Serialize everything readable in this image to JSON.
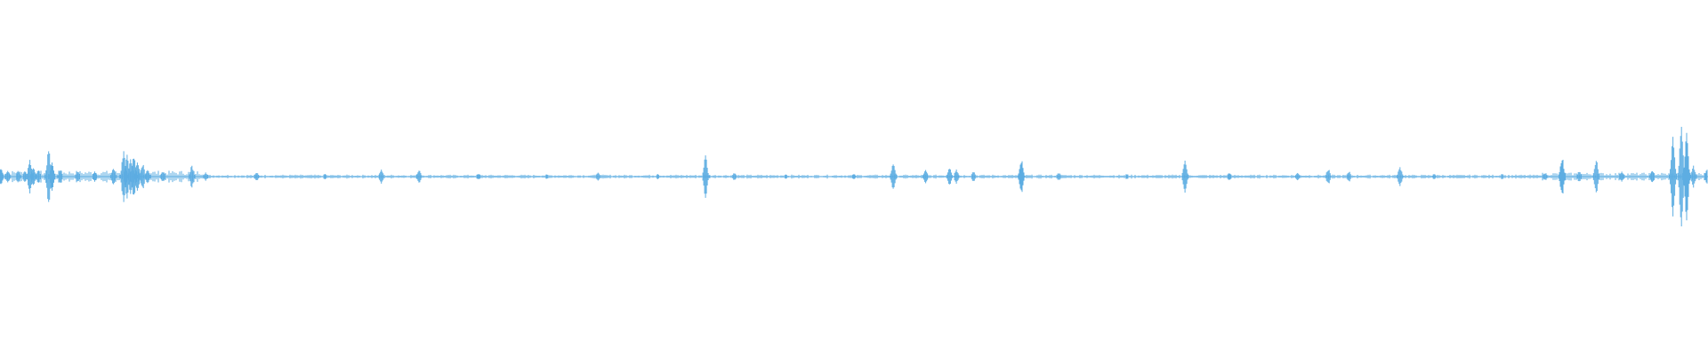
{
  "waveform": {
    "color": "#5dade2",
    "background": "#ffffff",
    "amplitude_range": [
      -1,
      1
    ],
    "duration_range": [
      0,
      1
    ],
    "peaks": [
      {
        "t": 0.0,
        "a": 0.06
      },
      {
        "t": 0.004,
        "a": 0.05
      },
      {
        "t": 0.01,
        "a": 0.05
      },
      {
        "t": 0.014,
        "a": 0.04
      },
      {
        "t": 0.017,
        "a": 0.12
      },
      {
        "t": 0.019,
        "a": 0.08
      },
      {
        "t": 0.022,
        "a": 0.05
      },
      {
        "t": 0.028,
        "a": 0.22
      },
      {
        "t": 0.03,
        "a": 0.1
      },
      {
        "t": 0.035,
        "a": 0.05
      },
      {
        "t": 0.045,
        "a": 0.04
      },
      {
        "t": 0.055,
        "a": 0.04
      },
      {
        "t": 0.066,
        "a": 0.06
      },
      {
        "t": 0.072,
        "a": 0.2
      },
      {
        "t": 0.074,
        "a": 0.16
      },
      {
        "t": 0.076,
        "a": 0.14
      },
      {
        "t": 0.078,
        "a": 0.18
      },
      {
        "t": 0.08,
        "a": 0.12
      },
      {
        "t": 0.083,
        "a": 0.1
      },
      {
        "t": 0.086,
        "a": 0.06
      },
      {
        "t": 0.095,
        "a": 0.04
      },
      {
        "t": 0.112,
        "a": 0.08
      },
      {
        "t": 0.12,
        "a": 0.03
      },
      {
        "t": 0.15,
        "a": 0.03
      },
      {
        "t": 0.19,
        "a": 0.02
      },
      {
        "t": 0.223,
        "a": 0.05
      },
      {
        "t": 0.245,
        "a": 0.05
      },
      {
        "t": 0.28,
        "a": 0.02
      },
      {
        "t": 0.32,
        "a": 0.02
      },
      {
        "t": 0.35,
        "a": 0.03
      },
      {
        "t": 0.385,
        "a": 0.02
      },
      {
        "t": 0.413,
        "a": 0.15
      },
      {
        "t": 0.43,
        "a": 0.03
      },
      {
        "t": 0.46,
        "a": 0.02
      },
      {
        "t": 0.5,
        "a": 0.02
      },
      {
        "t": 0.523,
        "a": 0.11
      },
      {
        "t": 0.542,
        "a": 0.05
      },
      {
        "t": 0.556,
        "a": 0.07
      },
      {
        "t": 0.56,
        "a": 0.05
      },
      {
        "t": 0.57,
        "a": 0.04
      },
      {
        "t": 0.598,
        "a": 0.13
      },
      {
        "t": 0.62,
        "a": 0.03
      },
      {
        "t": 0.66,
        "a": 0.02
      },
      {
        "t": 0.694,
        "a": 0.12
      },
      {
        "t": 0.72,
        "a": 0.03
      },
      {
        "t": 0.76,
        "a": 0.03
      },
      {
        "t": 0.778,
        "a": 0.06
      },
      {
        "t": 0.79,
        "a": 0.04
      },
      {
        "t": 0.82,
        "a": 0.07
      },
      {
        "t": 0.84,
        "a": 0.02
      },
      {
        "t": 0.88,
        "a": 0.02
      },
      {
        "t": 0.905,
        "a": 0.03
      },
      {
        "t": 0.915,
        "a": 0.15
      },
      {
        "t": 0.925,
        "a": 0.04
      },
      {
        "t": 0.935,
        "a": 0.12
      },
      {
        "t": 0.95,
        "a": 0.04
      },
      {
        "t": 0.968,
        "a": 0.05
      },
      {
        "t": 0.98,
        "a": 0.3
      },
      {
        "t": 0.985,
        "a": 0.4
      },
      {
        "t": 0.988,
        "a": 0.32
      },
      {
        "t": 0.992,
        "a": 0.08
      },
      {
        "t": 1.0,
        "a": 0.05
      }
    ]
  }
}
